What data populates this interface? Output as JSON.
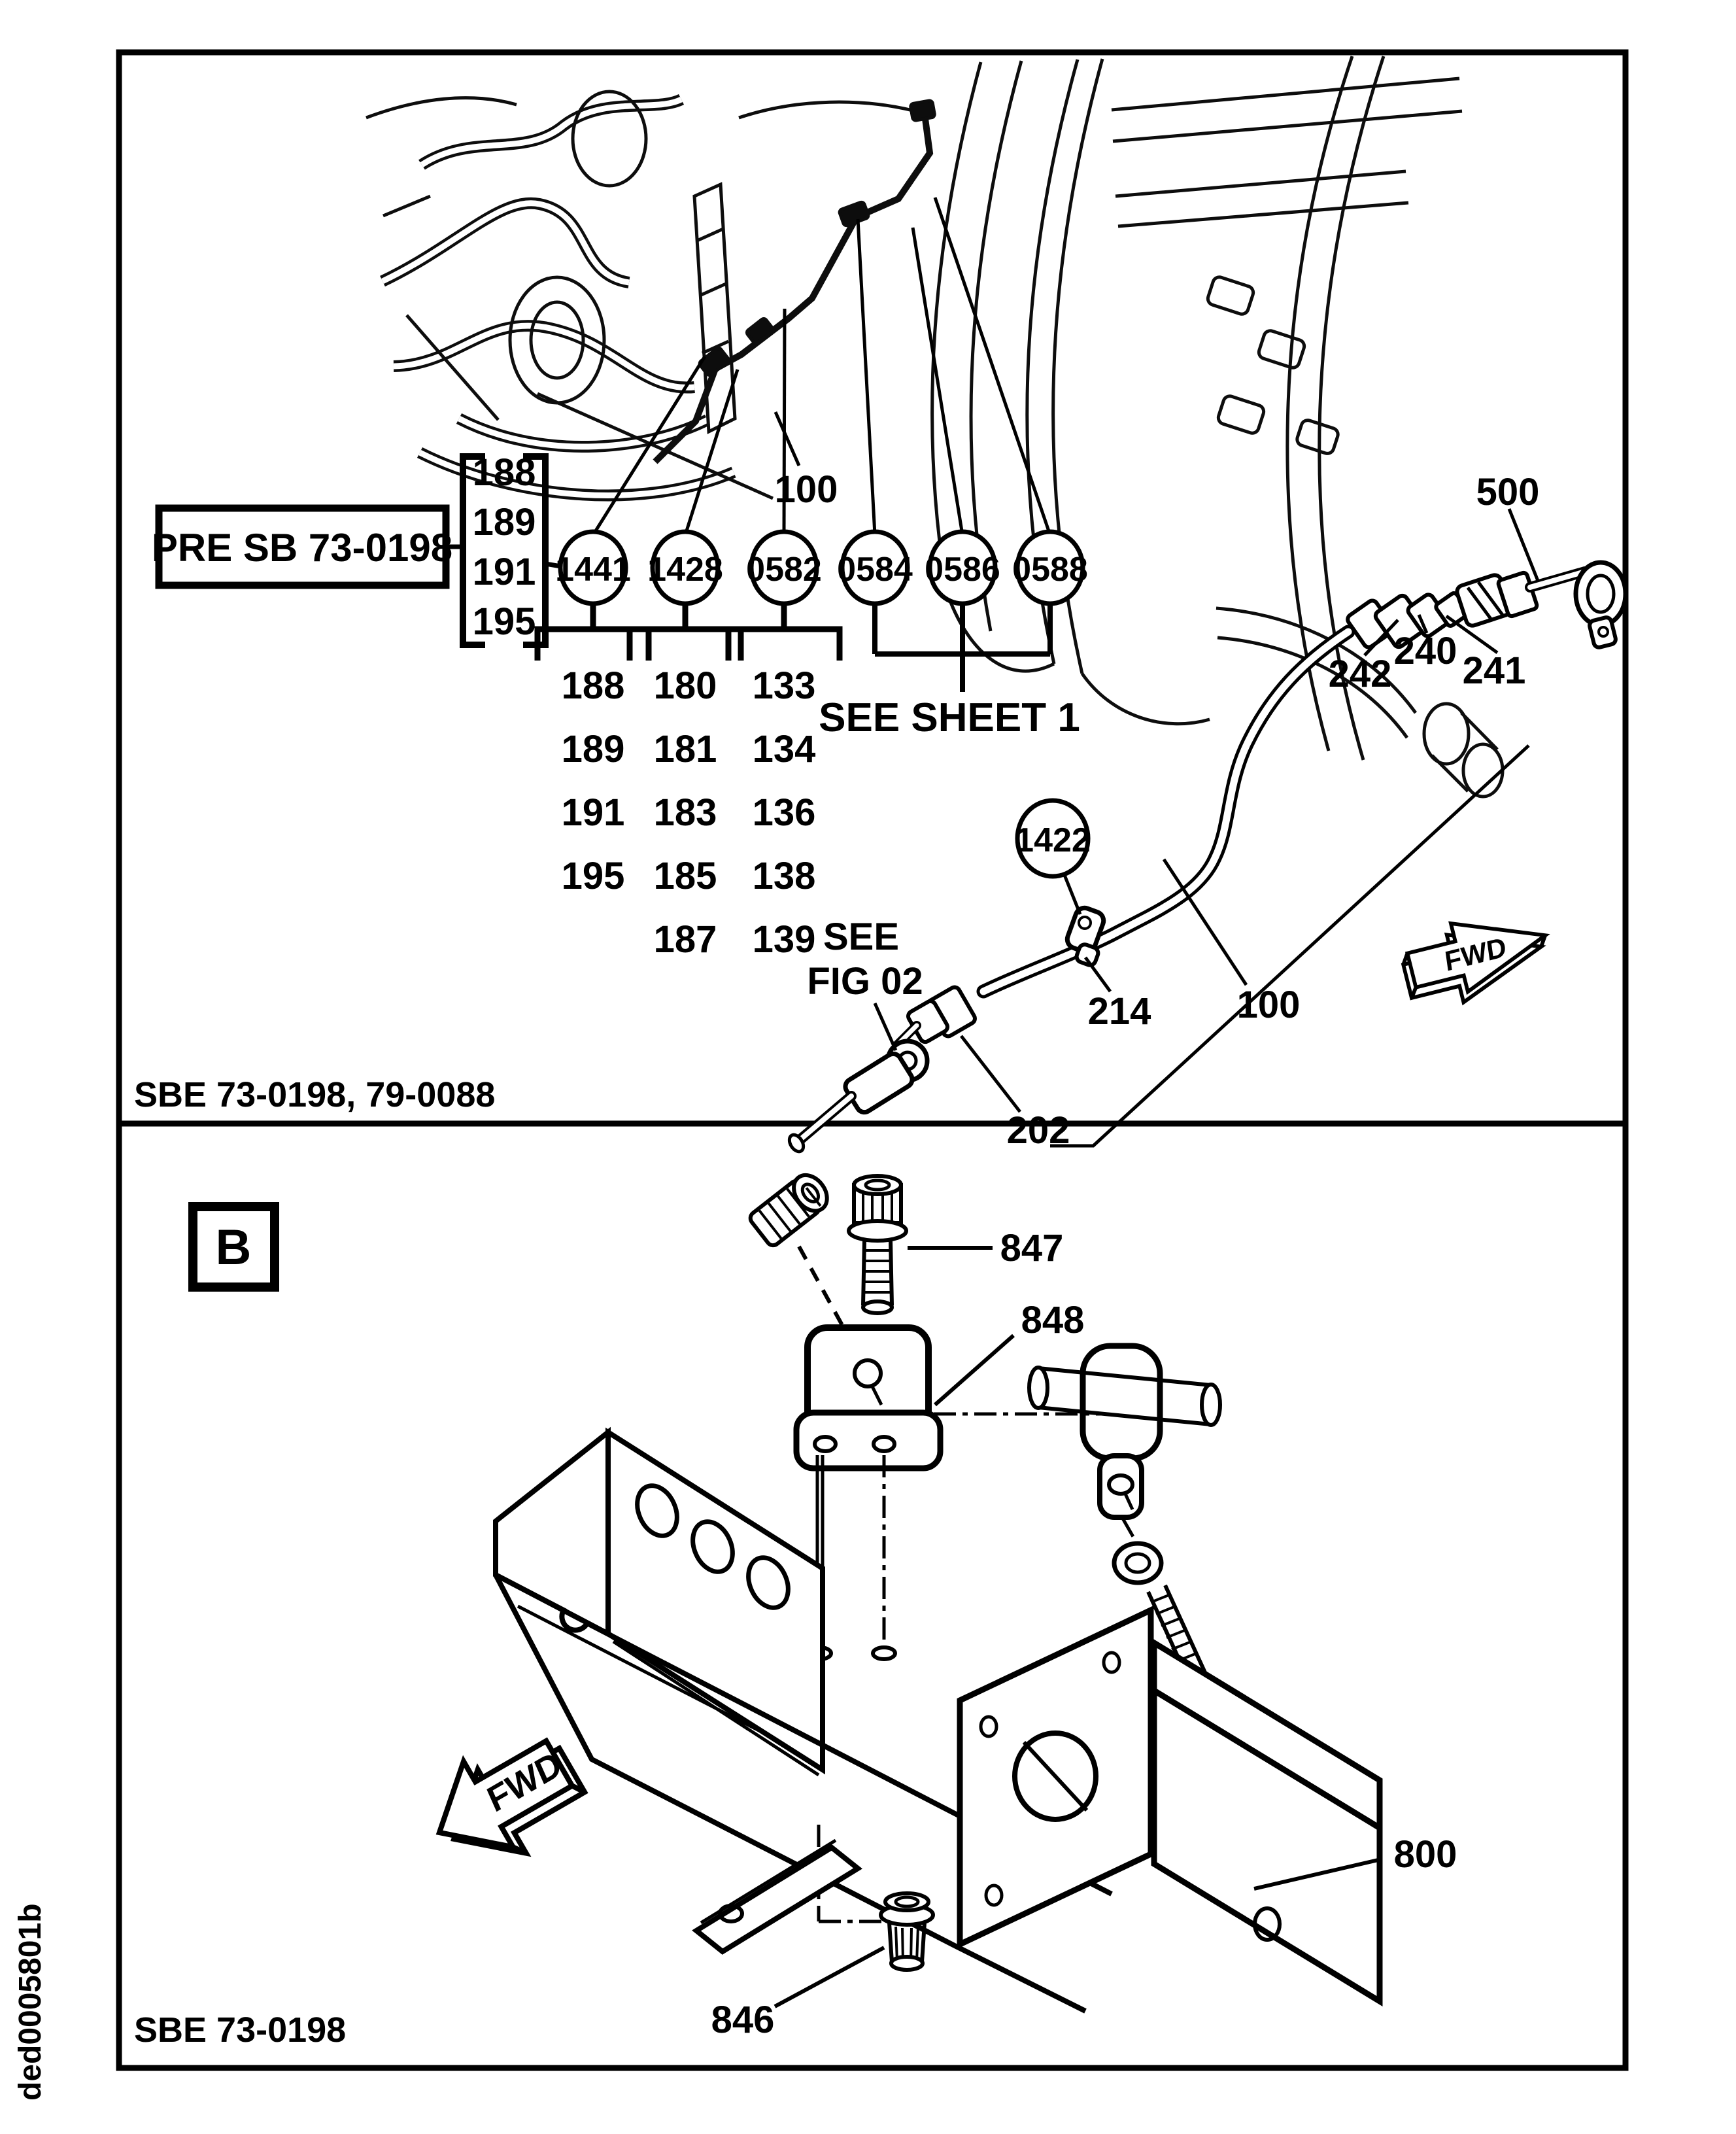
{
  "document": {
    "drawing_code_vertical": "ded0005801b"
  },
  "top_panel": {
    "footer_label": "SBE 73-0198, 79-0088",
    "pre_sb_box": "PRE SB 73-0198",
    "pre_sb_list": [
      "188",
      "189",
      "191",
      "195"
    ],
    "callouts": [
      {
        "id": "1441",
        "items": [
          "188",
          "189",
          "191",
          "195"
        ]
      },
      {
        "id": "1428",
        "items": [
          "180",
          "181",
          "183",
          "185",
          "187"
        ]
      },
      {
        "id": "0582",
        "items": [
          "133",
          "134",
          "136",
          "138",
          "139"
        ]
      },
      {
        "id": "0584",
        "items": []
      },
      {
        "id": "0586",
        "items": []
      },
      {
        "id": "0588",
        "items": []
      }
    ],
    "see_sheet_note": "SEE SHEET 1",
    "part_labels": {
      "tube_top": "100",
      "clamp_bolt_500": "500",
      "nut_242": "242",
      "union_240": "240",
      "nut_241": "241",
      "clamp_callout_1422": "1422",
      "clamp_214": "214",
      "tube_100": "100",
      "fitting_202": "202",
      "see_fig_line1": "SEE",
      "see_fig_line2": "FIG 02"
    },
    "fwd_marker": "FWD"
  },
  "bottom_panel": {
    "footer_label": "SBE 73-0198",
    "view_letter": "B",
    "part_labels": {
      "bolt_847": "847",
      "bracket_848": "848",
      "nut_846": "846",
      "support_800": "800"
    },
    "fwd_marker": "FWD"
  }
}
